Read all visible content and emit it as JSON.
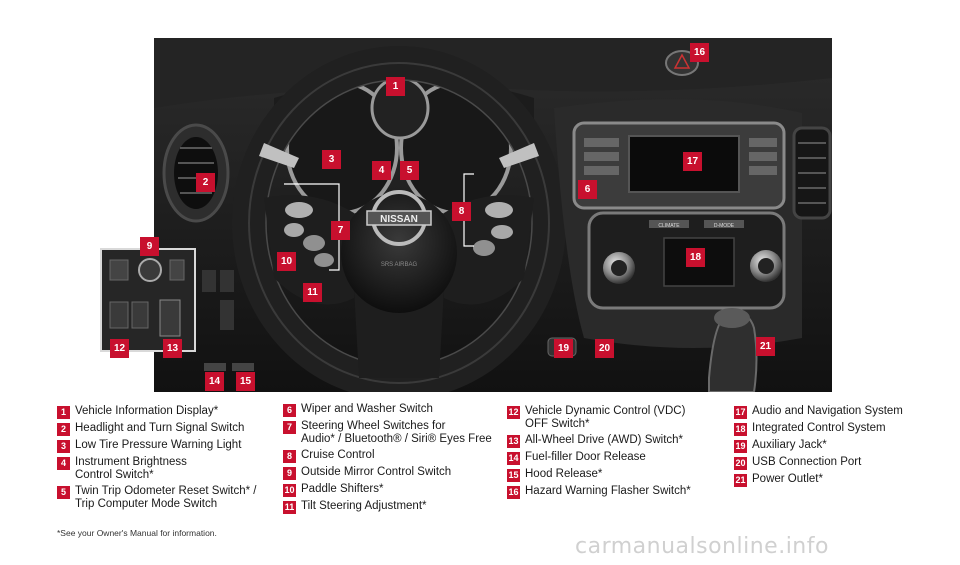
{
  "callouts": [
    "1",
    "2",
    "3",
    "4",
    "5",
    "6",
    "7",
    "8",
    "9",
    "10",
    "11",
    "12",
    "13",
    "14",
    "15",
    "16",
    "17",
    "18",
    "19",
    "20",
    "21"
  ],
  "legend": {
    "col1": [
      {
        "num": "1",
        "text": "Vehicle Information Display*"
      },
      {
        "num": "2",
        "text": "Headlight and Turn Signal Switch"
      },
      {
        "num": "3",
        "text": "Low Tire Pressure Warning Light"
      },
      {
        "num": "4",
        "text": "Instrument Brightness\nControl Switch*"
      },
      {
        "num": "5",
        "text": "Twin Trip Odometer Reset Switch* /\nTrip Computer Mode Switch"
      }
    ],
    "col2": [
      {
        "num": "6",
        "text": "Wiper and Washer Switch"
      },
      {
        "num": "7",
        "text": "Steering Wheel Switches for\nAudio* / Bluetooth® / Siri® Eyes Free"
      },
      {
        "num": "8",
        "text": "Cruise Control"
      },
      {
        "num": "9",
        "text": "Outside Mirror Control Switch"
      },
      {
        "num": "10",
        "text": "Paddle Shifters*"
      },
      {
        "num": "11",
        "text": "Tilt Steering Adjustment*"
      }
    ],
    "col3": [
      {
        "num": "12",
        "text": "Vehicle Dynamic Control (VDC)\nOFF Switch*"
      },
      {
        "num": "13",
        "text": "All-Wheel Drive (AWD) Switch*"
      },
      {
        "num": "14",
        "text": "Fuel-filler Door Release"
      },
      {
        "num": "15",
        "text": "Hood Release*"
      },
      {
        "num": "16",
        "text": "Hazard Warning Flasher Switch*"
      }
    ],
    "col4": [
      {
        "num": "17",
        "text": "Audio and Navigation System"
      },
      {
        "num": "18",
        "text": "Integrated Control System"
      },
      {
        "num": "19",
        "text": "Auxiliary Jack*"
      },
      {
        "num": "20",
        "text": "USB Connection Port"
      },
      {
        "num": "21",
        "text": "Power Outlet*"
      }
    ]
  },
  "footnote": "*See your Owner's Manual for information.",
  "photo_labels": {
    "brand": "NISSAN",
    "climate": "CLIMATE",
    "dmode": "D-MODE",
    "airbag": "SRS AIRBAG"
  },
  "watermark": "carmanualsonline.info",
  "colors": {
    "accent": "#c8102e",
    "dashboard": "#1a1a1a",
    "text": "#1a1a1a"
  }
}
